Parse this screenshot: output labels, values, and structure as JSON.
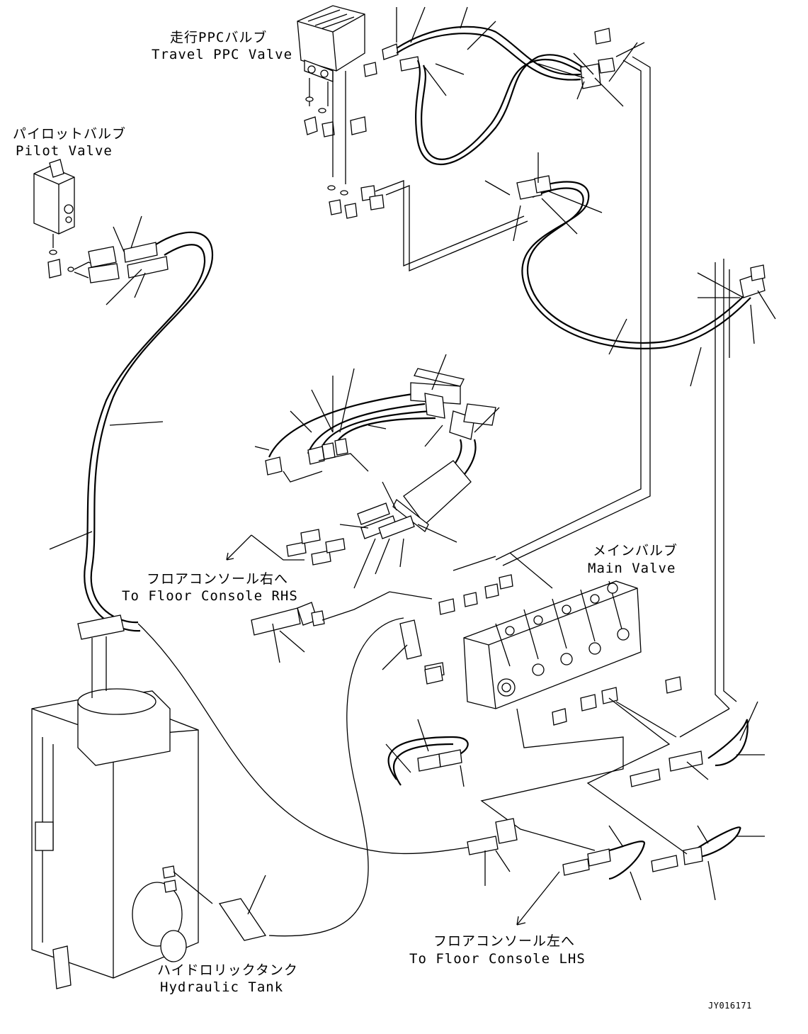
{
  "labels": {
    "travel_ppc_valve_jp": "走行PPCバルブ",
    "travel_ppc_valve_en": "Travel PPC Valve",
    "pilot_valve_jp": "パイロットバルブ",
    "pilot_valve_en": "Pilot Valve",
    "main_valve_jp": "メインバルブ",
    "main_valve_en": "Main Valve",
    "floor_console_rhs_jp": "フロアコンソール右へ",
    "floor_console_rhs_en": "To Floor Console RHS",
    "floor_console_lhs_jp": "フロアコンソール左へ",
    "floor_console_lhs_en": "To Floor Console LHS",
    "hydraulic_tank_jp": "ハイドロリックタンク",
    "hydraulic_tank_en": "Hydraulic Tank",
    "drawing_ref": "JY016171"
  },
  "colors": {
    "ink": "#000000",
    "paper": "#ffffff"
  }
}
